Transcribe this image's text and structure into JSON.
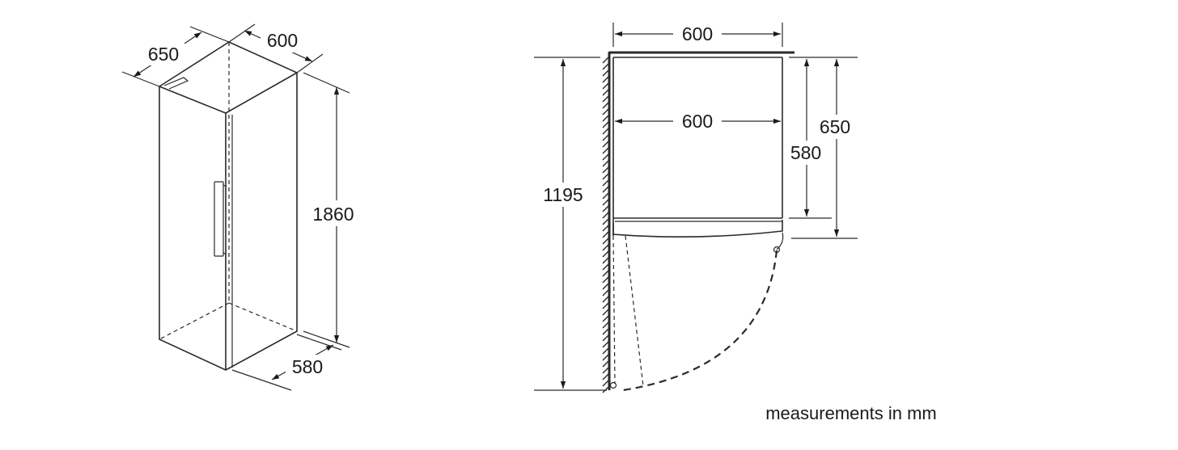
{
  "dimensions": {
    "iso_depth": "650",
    "iso_width": "600",
    "iso_height": "1860",
    "iso_inner_depth": "580",
    "plan_outer_width": "600",
    "plan_inner_width": "600",
    "plan_door_open_depth": "1195",
    "plan_body_depth": "580",
    "plan_total_depth": "650"
  },
  "note": "measurements in mm",
  "colors": {
    "line": "#2a2a2a",
    "text": "#1a1a1a",
    "background": "#ffffff"
  }
}
